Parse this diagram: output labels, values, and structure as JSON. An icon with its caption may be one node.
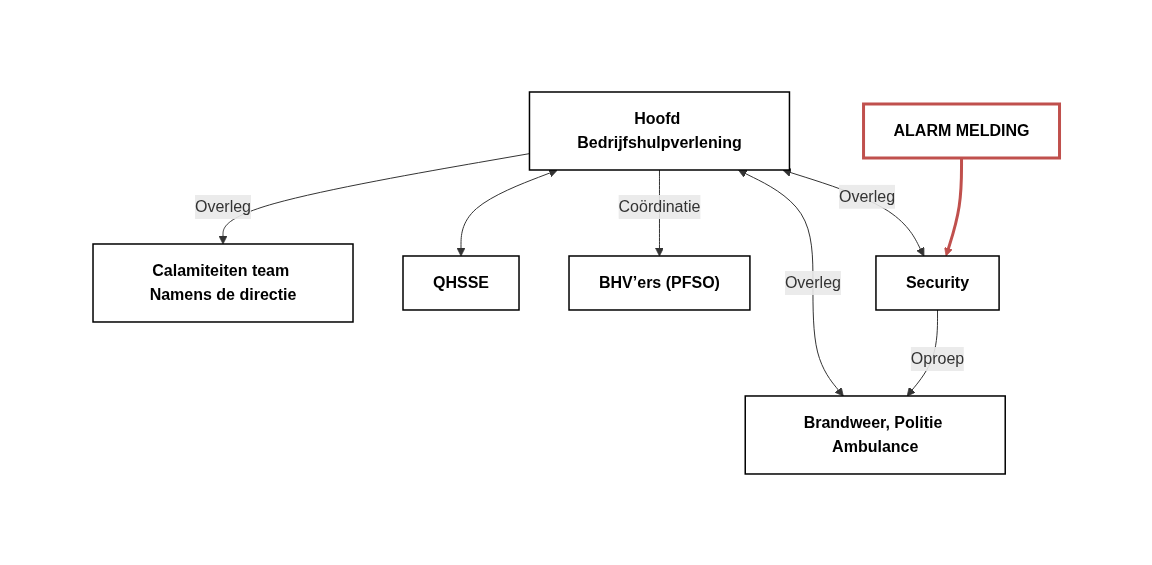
{
  "diagram": {
    "nodes": [
      {
        "text": [
          "Calamiteiten team Namens de directie"
        ]
      },
      {
        "text": [
          "QHSSE"
        ]
      },
      {
        "text": [
          "Hoofd Bedrijfshulpverlening"
        ]
      },
      {
        "text": [
          "Brandweer, Politie Ambulance"
        ]
      },
      {
        "text": [
          "BHV’ers (PFSO)"
        ]
      },
      {
        "text": [
          "Security"
        ]
      },
      {
        "text": [
          "ALARM MELDING"
        ]
      }
    ],
    "edges": [
      {
        "from": 2,
        "to": 0,
        "arrow": "to",
        "label": "Overleg"
      },
      {
        "from": 2,
        "to": 1,
        "arrow": "both"
      },
      {
        "from": 2,
        "to": 3,
        "arrow": "both",
        "label": "Overleg"
      },
      {
        "from": 2,
        "to": 4,
        "arrow": "to",
        "label": "Coördinatie"
      },
      {
        "from": 2,
        "to": 5,
        "arrow": "both",
        "label": "Overleg"
      },
      {
        "from": 5,
        "to": 3,
        "arrow": "to",
        "label": "Oproep"
      },
      {
        "from": 6,
        "to": 5,
        "arrow": "to",
        "style": "thick",
        "color": "#c0504d"
      }
    ]
  }
}
